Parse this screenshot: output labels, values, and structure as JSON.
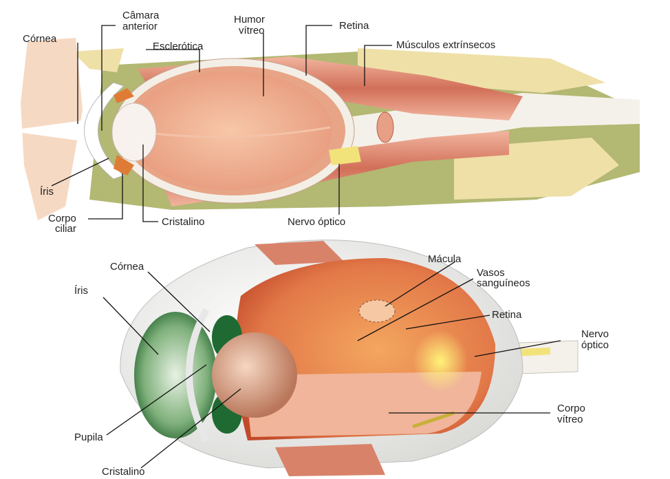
{
  "top_diagram": {
    "labels": {
      "cornea": "Córnea",
      "camara_line1": "Câmara",
      "camara_line2": "anterior",
      "humor_line1": "Humor",
      "humor_line2": "vítreo",
      "retina": "Retina",
      "esclerotica": "Esclerótica",
      "musculos": "Músculos extrínsecos",
      "iris": "Íris",
      "corpo_line1": "Corpo",
      "corpo_line2": "ciliar",
      "cristalino": "Cristalino",
      "nervo": "Nervo óptico"
    }
  },
  "bottom_diagram": {
    "labels": {
      "cornea": "Córnea",
      "iris": "Íris",
      "macula": "Mácula",
      "vasos_line1": "Vasos",
      "vasos_line2": "sanguíneos",
      "retina": "Retina",
      "nervo_line1": "Nervo",
      "nervo_line2": "óptico",
      "corpo_line1": "Corpo",
      "corpo_line2": "vítreo",
      "pupila": "Pupila",
      "cristalino": "Cristalino"
    }
  },
  "colors": {
    "muscle": "#d9826a",
    "sclera": "#f3efe6",
    "bone": "#efe0a8",
    "orbit": "#b3b872",
    "iris_green": "#3f8a4a"
  }
}
